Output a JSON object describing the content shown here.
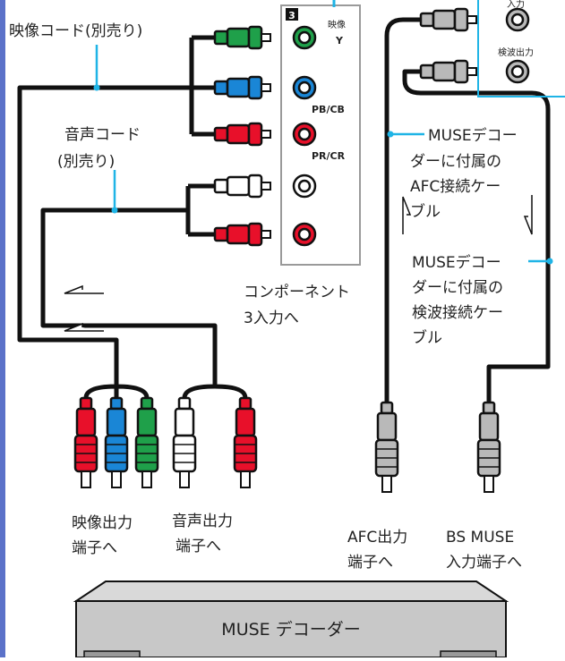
{
  "colors": {
    "left_bar": "#5b72c9",
    "accent_cyan": "#1fb4e6",
    "cable": "#111111",
    "green": "#1fa04a",
    "blue": "#1a86d6",
    "red": "#e8102a",
    "white": "#ffffff",
    "gray": "#b9b9b9",
    "decoder_fill": "#c8c8c8"
  },
  "labels": {
    "video_cord": "映像コード(別売り)",
    "audio_cord_1": "音声コード",
    "audio_cord_2": "(別売り)",
    "panel_number": "3",
    "panel_video": "映像",
    "panel_y": "Y",
    "panel_pb": "PB/CB",
    "panel_pr": "PR/CR",
    "component_1": "コンポーネント",
    "component_2": "3入力へ",
    "top_right_input": "入力",
    "detect_output": "検波出力",
    "afc_cable_1": "MUSEデコー",
    "afc_cable_2": "ダーに付属の",
    "afc_cable_3": "AFC接続ケー",
    "afc_cable_4": "ブル",
    "detect_cable_1": "MUSEデコー",
    "detect_cable_2": "ダーに付属の",
    "detect_cable_3": "検波接続ケー",
    "detect_cable_4": "ブル",
    "video_out_1": "映像出力",
    "video_out_2": "端子へ",
    "audio_out_1": "音声出力",
    "audio_out_2": "端子へ",
    "afc_out_1": "AFC出力",
    "afc_out_2": "端子へ",
    "bs_muse_1": "BS MUSE",
    "bs_muse_2": "入力端子へ",
    "decoder": "MUSE デコーダー"
  }
}
